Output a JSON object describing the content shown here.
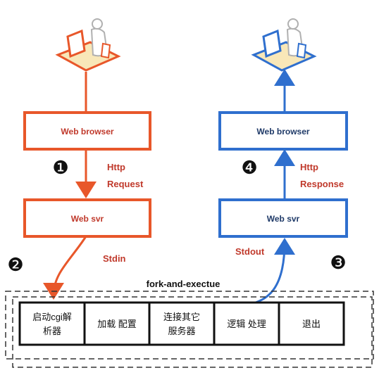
{
  "left": {
    "browser_label": "Web browser",
    "svr_label": "Web svr",
    "step_number": "❶",
    "request_label_line1": "Http",
    "request_label_line2": "Request",
    "stdin_label": "Stdin",
    "color": "#e8572a"
  },
  "right": {
    "browser_label": "Web browser",
    "svr_label": "Web svr",
    "step_number": "❹",
    "response_label_line1": "Http",
    "response_label_line2": "Response",
    "stdout_label": "Stdout",
    "color": "#2f6fce"
  },
  "step2": "❷",
  "step3": "❸",
  "process": {
    "title": "fork-and-exectue",
    "steps": [
      {
        "line1": "启动cgi解",
        "line2": "析器"
      },
      {
        "line1": "加载 配置",
        "line2": ""
      },
      {
        "line1": "连接其它",
        "line2": "服务器"
      },
      {
        "line1": "逻辑 处理",
        "line2": ""
      },
      {
        "line1": "退出",
        "line2": ""
      }
    ]
  },
  "label_color": "#c0392b"
}
